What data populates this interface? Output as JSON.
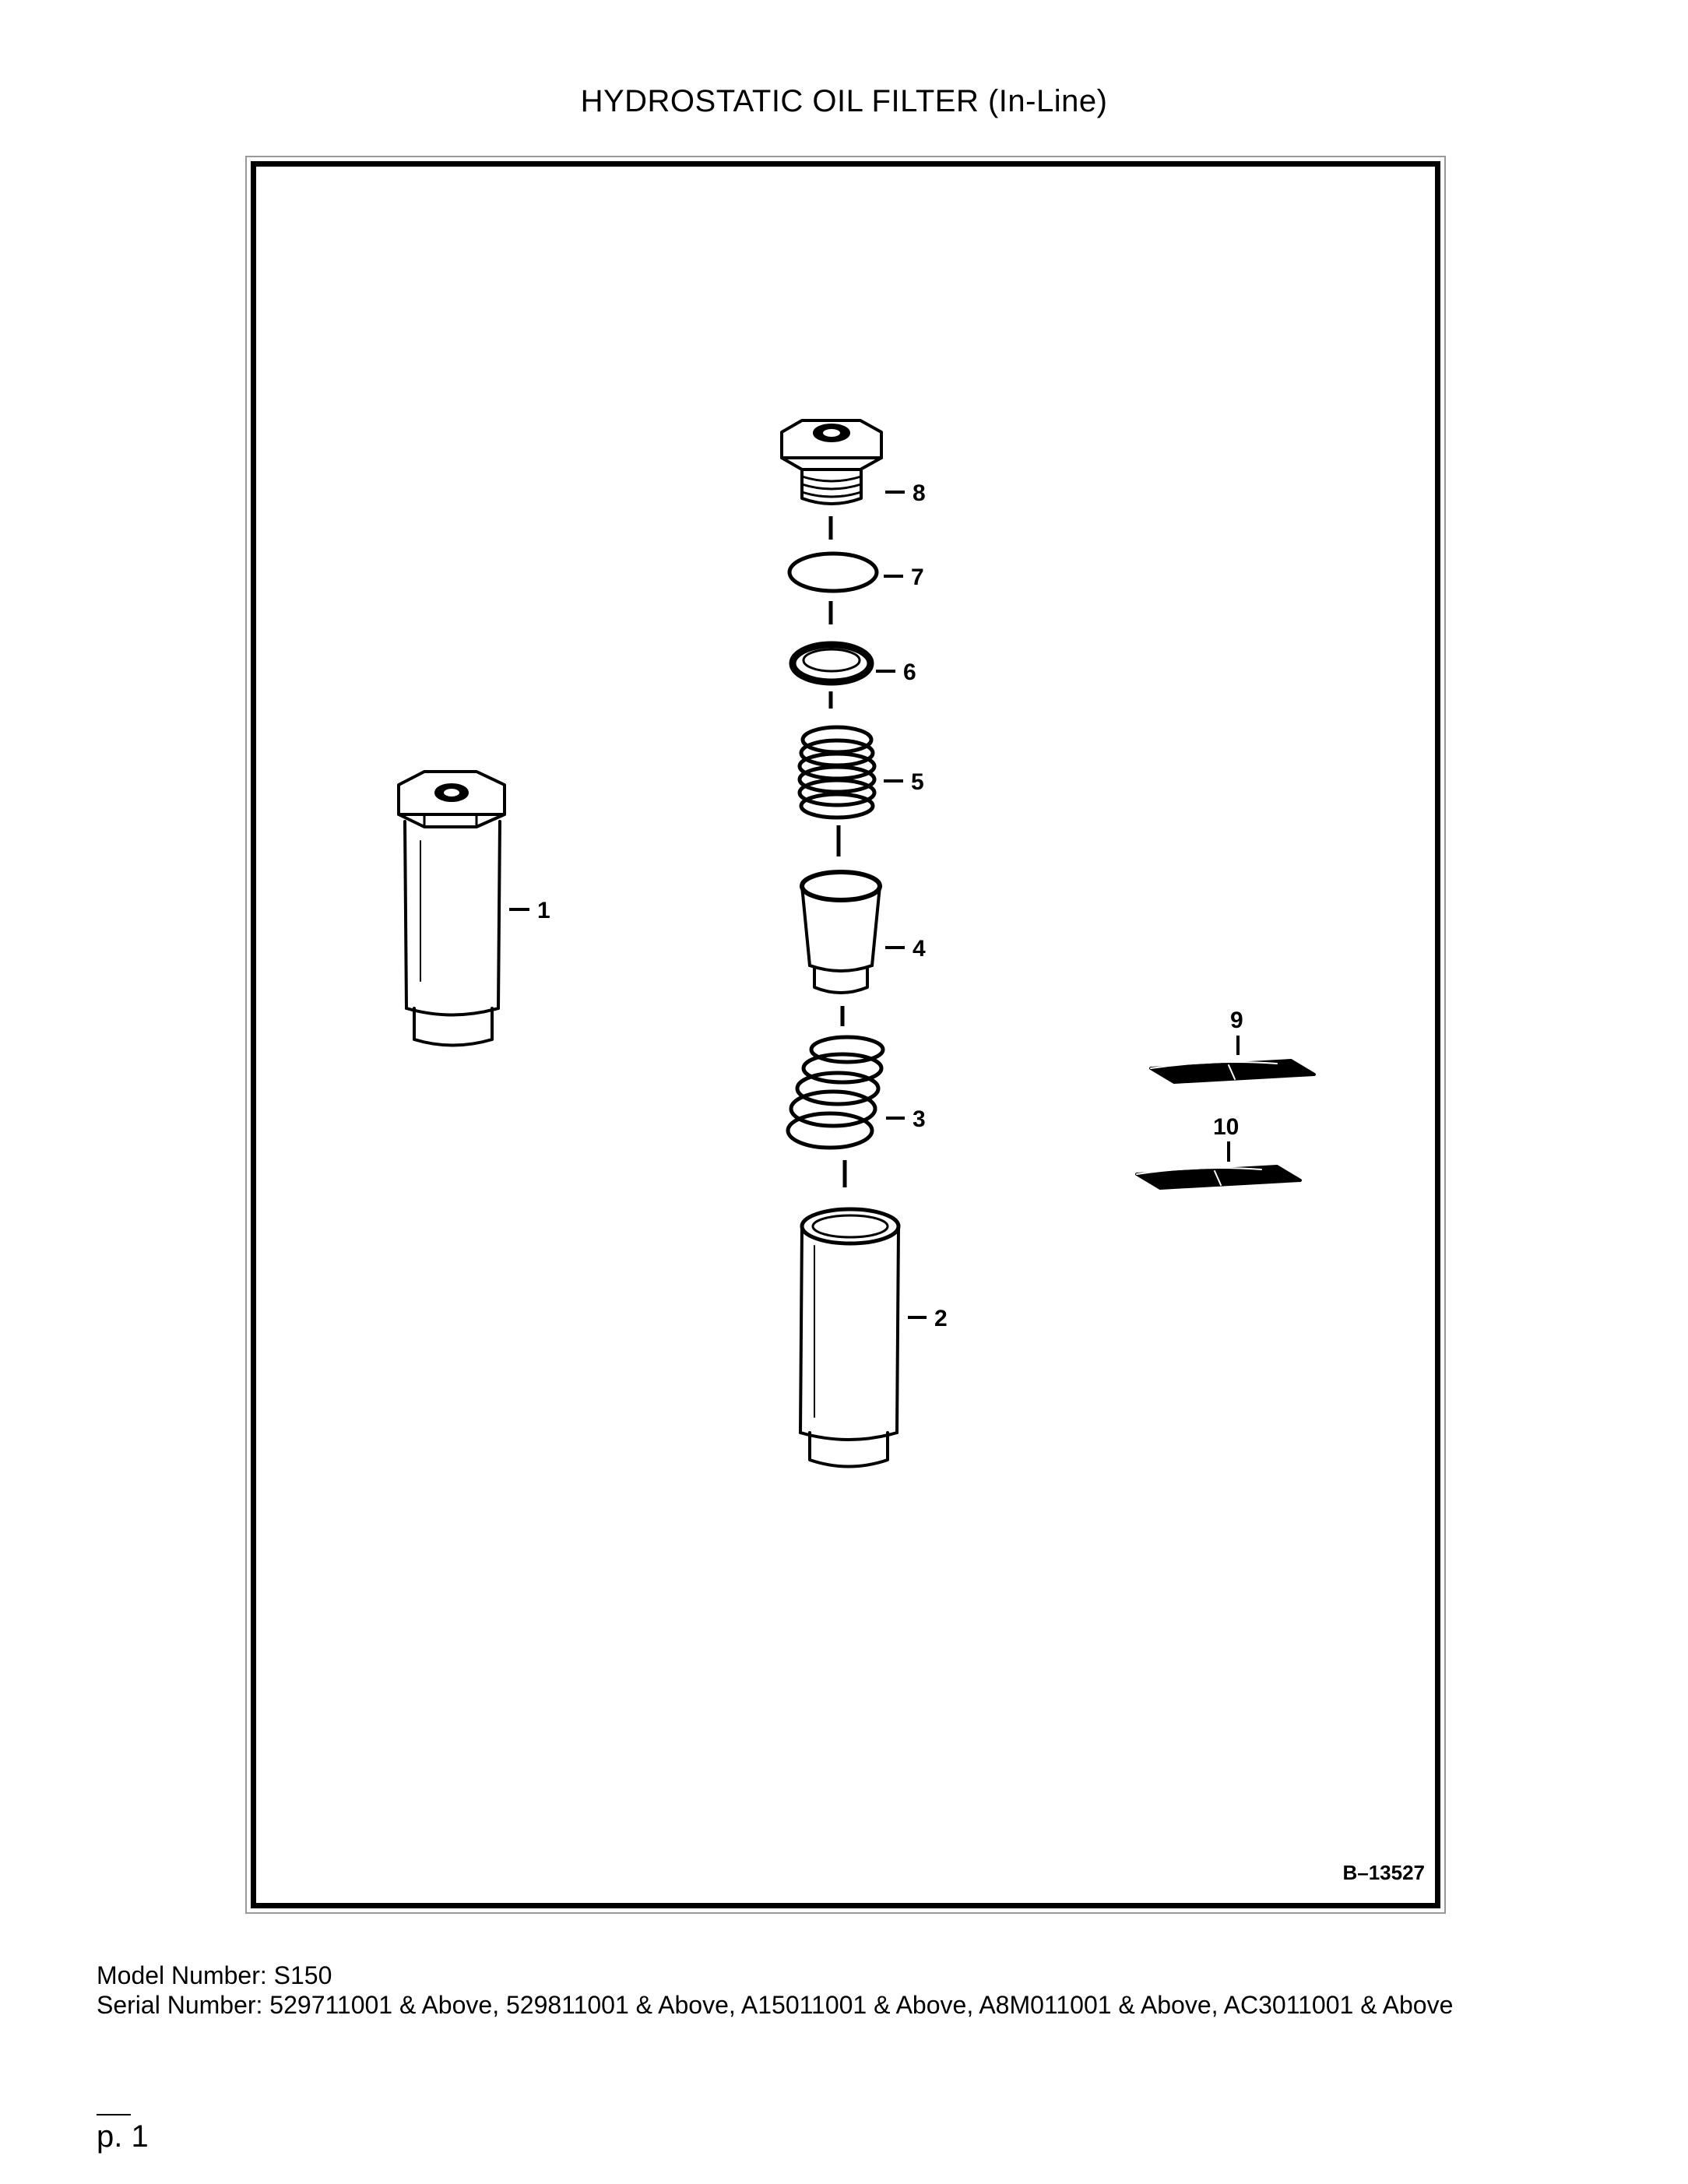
{
  "title": "HYDROSTATIC OIL FILTER (In-Line)",
  "figure_id": "B–13527",
  "callouts": [
    {
      "label": "1",
      "part": "filter-assembly"
    },
    {
      "label": "2",
      "part": "filter-housing"
    },
    {
      "label": "3",
      "part": "spring"
    },
    {
      "label": "4",
      "part": "filter-element"
    },
    {
      "label": "5",
      "part": "spring"
    },
    {
      "label": "6",
      "part": "ring"
    },
    {
      "label": "7",
      "part": "o-ring"
    },
    {
      "label": "8",
      "part": "plug"
    },
    {
      "label": "9",
      "part": "decal"
    },
    {
      "label": "10",
      "part": "decal"
    }
  ],
  "footer": {
    "model": "Model Number: S150",
    "serial": "Serial Number: 529711001 & Above, 529811001 & Above, A15011001 & Above, A8M011001 & Above, AC3011001 & Above"
  },
  "page": "p. 1"
}
